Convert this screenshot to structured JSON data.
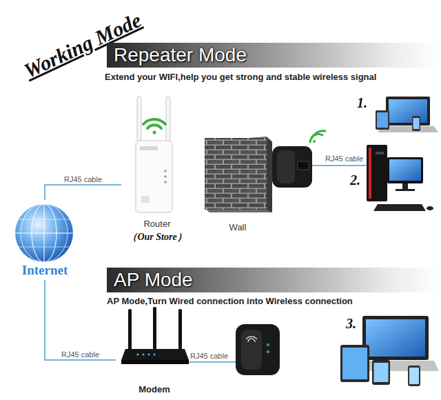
{
  "diagram": {
    "title": "Working Mode",
    "nodes": [
      {
        "text": [
          "Repeater Mode"
        ]
      },
      {
        "text": [
          "Router",
          "（Our Store）"
        ]
      },
      {
        "text": [
          "Wall"
        ]
      },
      {
        "text": [
          "Internet"
        ]
      },
      {
        "text": [
          "AP Mode"
        ]
      },
      {
        "text": [
          "Modem"
        ]
      }
    ],
    "edges": [
      {
        "from": 3,
        "to": 1,
        "label": "RJ45 cable",
        "arrow": "none"
      },
      {
        "from": 3,
        "to": 5,
        "label": "RJ45 cable",
        "arrow": "none"
      }
    ],
    "labels": [
      "Extend your WIFI,help you get strong and stable wireless signal",
      "1.",
      "RJ45 cable",
      "2.",
      "AP Mode,Turn Wired connection into Wireless connection",
      "3.",
      "RJ45 cable"
    ]
  }
}
